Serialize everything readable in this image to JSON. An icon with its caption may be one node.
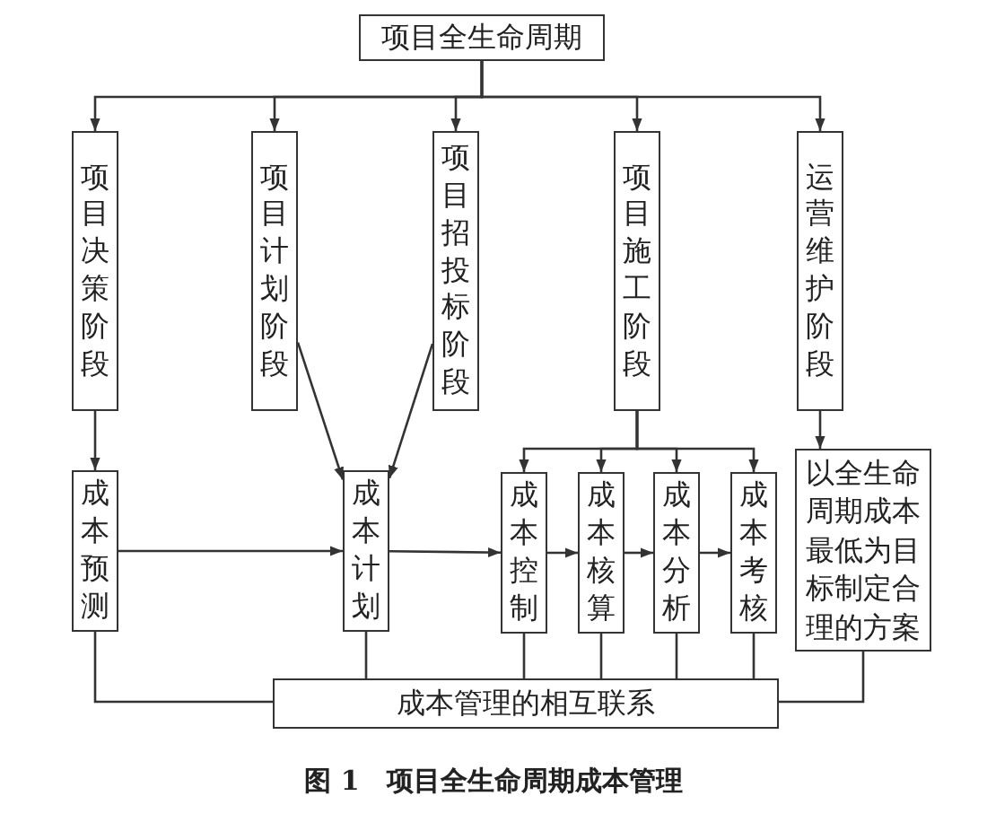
{
  "diagram": {
    "caption": "图 1　项目全生命周期成本管理",
    "nodes": [
      {
        "text": [
          "项目全生命周期"
        ]
      },
      {
        "text": [
          "项目决策阶段"
        ]
      },
      {
        "text": [
          "项目计划阶段"
        ]
      },
      {
        "text": [
          "项目招投标阶段"
        ]
      },
      {
        "text": [
          "项目施工阶段"
        ]
      },
      {
        "text": [
          "运营维护阶段"
        ]
      },
      {
        "text": [
          "成本预测"
        ]
      },
      {
        "text": [
          "成本计划"
        ]
      },
      {
        "text": [
          "成本控制"
        ]
      },
      {
        "text": [
          "成本核算"
        ]
      },
      {
        "text": [
          "成本分析"
        ]
      },
      {
        "text": [
          "成本考核"
        ]
      },
      {
        "text": [
          "以全生命周期成本最低为目标制定合理的方案"
        ]
      },
      {
        "text": [
          "成本管理的相互联系"
        ]
      }
    ],
    "edges": [
      {
        "from": 0,
        "to": 1,
        "arrow": "to"
      },
      {
        "from": 0,
        "to": 2,
        "arrow": "to"
      },
      {
        "from": 0,
        "to": 3,
        "arrow": "to"
      },
      {
        "from": 0,
        "to": 4,
        "arrow": "to"
      },
      {
        "from": 0,
        "to": 5,
        "arrow": "to"
      },
      {
        "from": 1,
        "to": 6,
        "arrow": "to"
      },
      {
        "from": 2,
        "to": 7,
        "arrow": "to"
      },
      {
        "from": 3,
        "to": 7,
        "arrow": "to"
      },
      {
        "from": 4,
        "to": 8,
        "arrow": "to"
      },
      {
        "from": 4,
        "to": 9,
        "arrow": "to"
      },
      {
        "from": 4,
        "to": 10,
        "arrow": "to"
      },
      {
        "from": 4,
        "to": 11,
        "arrow": "to"
      },
      {
        "from": 5,
        "to": 12,
        "arrow": "to"
      },
      {
        "from": 6,
        "to": 7,
        "arrow": "to"
      },
      {
        "from": 7,
        "to": 8,
        "arrow": "to"
      },
      {
        "from": 8,
        "to": 9,
        "arrow": "to"
      },
      {
        "from": 9,
        "to": 10,
        "arrow": "to"
      },
      {
        "from": 10,
        "to": 11,
        "arrow": "to"
      },
      {
        "from": 6,
        "to": 13,
        "arrow": "none"
      },
      {
        "from": 7,
        "to": 13,
        "arrow": "none"
      },
      {
        "from": 8,
        "to": 13,
        "arrow": "none"
      },
      {
        "from": 9,
        "to": 13,
        "arrow": "none"
      },
      {
        "from": 10,
        "to": 13,
        "arrow": "none"
      },
      {
        "from": 11,
        "to": 13,
        "arrow": "none"
      },
      {
        "from": 12,
        "to": 13,
        "arrow": "none"
      }
    ]
  }
}
